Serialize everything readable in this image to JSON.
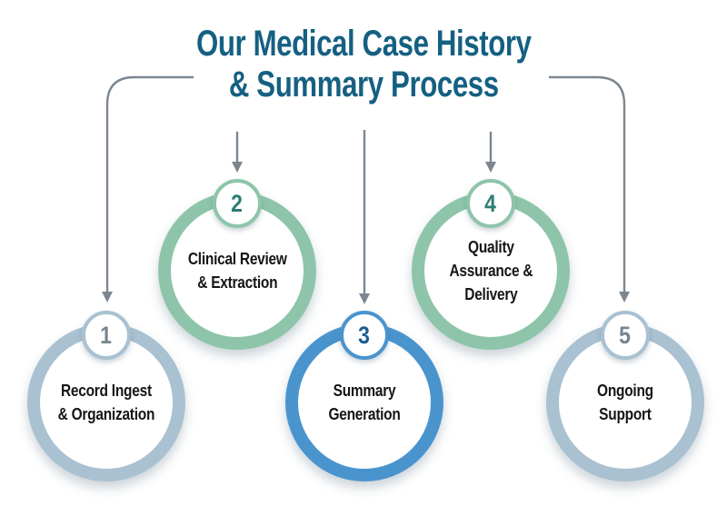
{
  "title": {
    "line1": "Our Medical Case History",
    "line2": "& Summary Process",
    "color": "#156082"
  },
  "colors": {
    "connector": "#7b8691",
    "label_text": "#161616",
    "background": "#ffffff",
    "ring_gray_blue": "#a9c1d1",
    "ring_green": "#8ec5aa",
    "ring_blue": "#4a94ce"
  },
  "steps": [
    {
      "number": "1",
      "label": "Record Ingest\n& Organization",
      "ring_color": "#a9c1d1",
      "number_color": "#76858f"
    },
    {
      "number": "2",
      "label": "Clinical Review\n& Extraction",
      "ring_color": "#8ec5aa",
      "number_color": "#2e7d73"
    },
    {
      "number": "3",
      "label": "Summary\nGeneration",
      "ring_color": "#4a94ce",
      "number_color": "#1d5c8f"
    },
    {
      "number": "4",
      "label": "Quality\nAssurance &\nDelivery",
      "ring_color": "#8ec5aa",
      "number_color": "#2e7d73"
    },
    {
      "number": "5",
      "label": "Ongoing\nSupport",
      "ring_color": "#a9c1d1",
      "number_color": "#76858f"
    }
  ]
}
